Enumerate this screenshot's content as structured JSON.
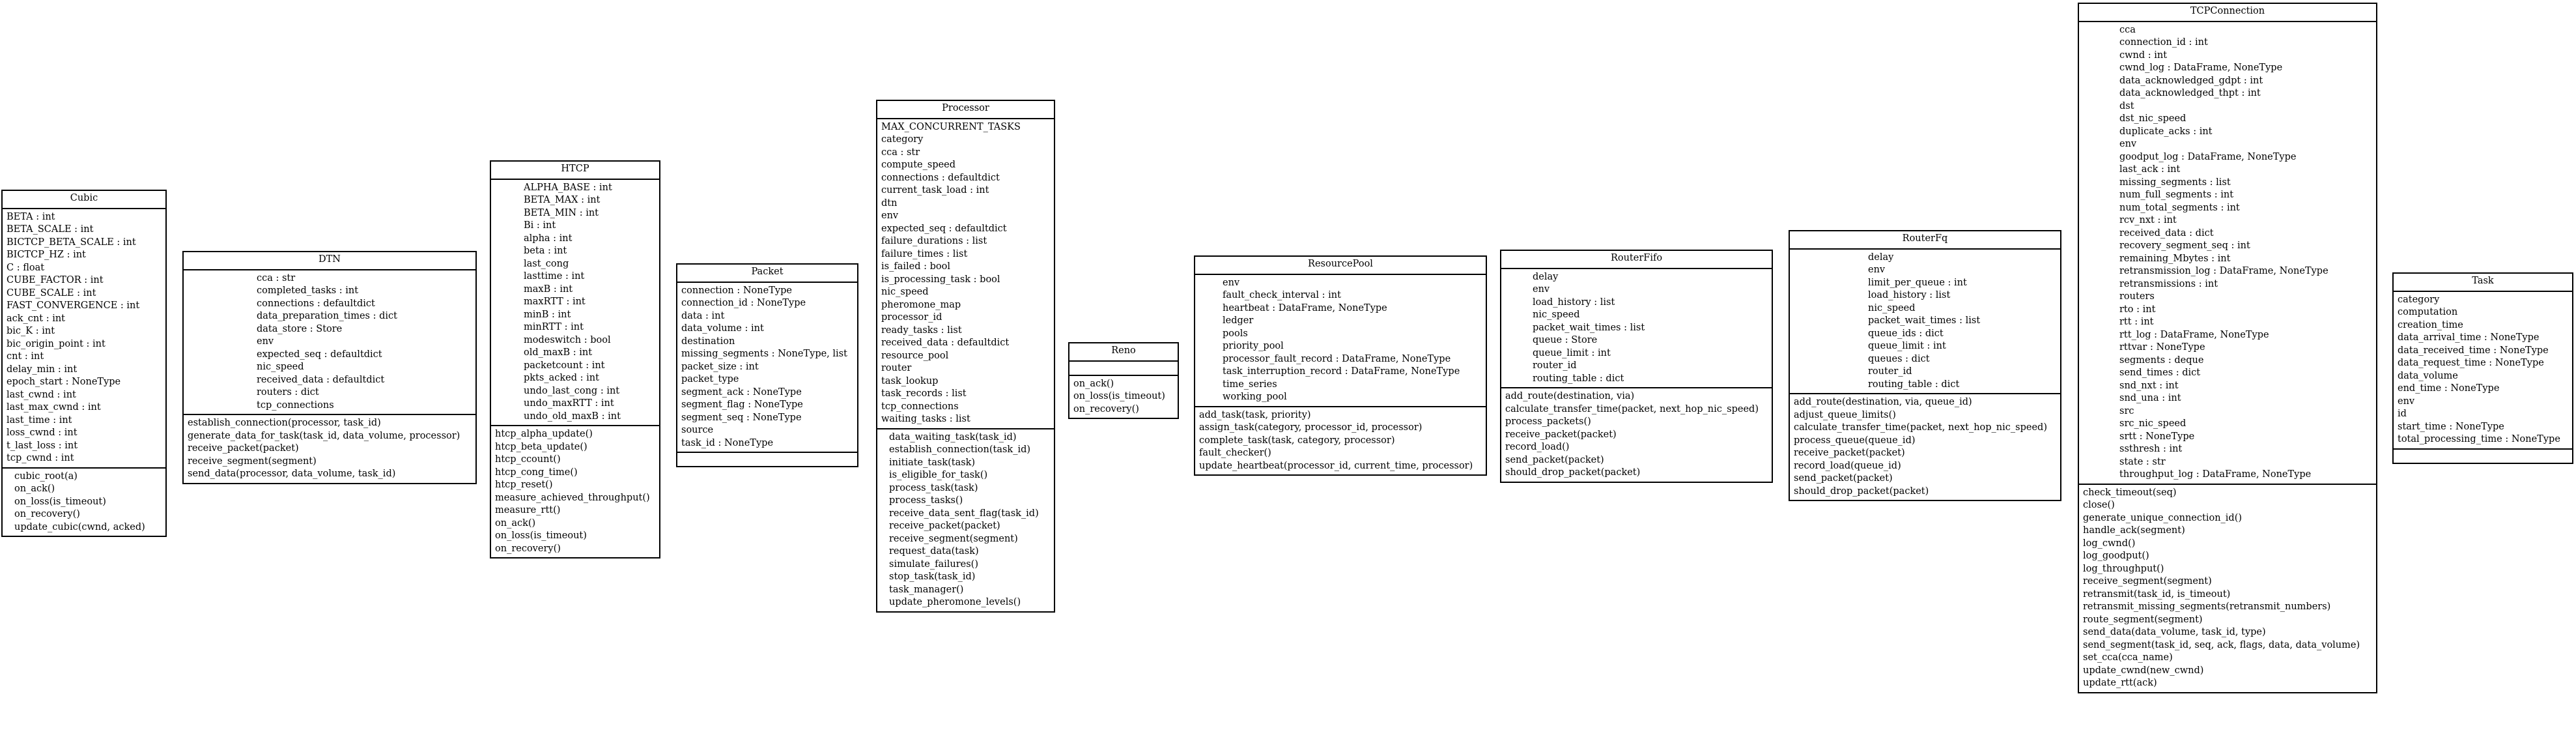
{
  "diagram": {
    "classes": [
      {
        "id": "cubic",
        "name": "Cubic",
        "attributes": [
          "BETA : int",
          "BETA_SCALE : int",
          "BICTCP_BETA_SCALE : int",
          "BICTCP_HZ : int",
          "C : float",
          "CUBE_FACTOR : int",
          "CUBE_SCALE : int",
          "FAST_CONVERGENCE : int",
          "ack_cnt : int",
          "bic_K : int",
          "bic_origin_point : int",
          "cnt : int",
          "delay_min : int",
          "epoch_start : NoneType",
          "last_cwnd : int",
          "last_max_cwnd : int",
          "last_time : int",
          "loss_cwnd : int",
          "t_last_loss : int",
          "tcp_cwnd : int"
        ],
        "methods": [
          "cubic_root(a)",
          "on_ack()",
          "on_loss(is_timeout)",
          "on_recovery()",
          "update_cubic(cwnd, acked)"
        ]
      },
      {
        "id": "dtn",
        "name": "DTN",
        "attributes": [
          "cca : str",
          "completed_tasks : int",
          "connections : defaultdict",
          "data_preparation_times : dict",
          "data_store : Store",
          "env",
          "expected_seq : defaultdict",
          "nic_speed",
          "received_data : defaultdict",
          "routers : dict",
          "tcp_connections"
        ],
        "methods": [
          "establish_connection(processor, task_id)",
          "generate_data_for_task(task_id, data_volume, processor)",
          "receive_packet(packet)",
          "receive_segment(segment)",
          "send_data(processor, data_volume, task_id)"
        ]
      },
      {
        "id": "htcp",
        "name": "HTCP",
        "attributes": [
          "ALPHA_BASE : int",
          "BETA_MAX : int",
          "BETA_MIN : int",
          "Bi : int",
          "alpha : int",
          "beta : int",
          "last_cong",
          "lasttime : int",
          "maxB : int",
          "maxRTT : int",
          "minB : int",
          "minRTT : int",
          "modeswitch : bool",
          "old_maxB : int",
          "packetcount : int",
          "pkts_acked : int",
          "undo_last_cong : int",
          "undo_maxRTT : int",
          "undo_old_maxB : int"
        ],
        "methods": [
          "htcp_alpha_update()",
          "htcp_beta_update()",
          "htcp_ccount()",
          "htcp_cong_time()",
          "htcp_reset()",
          "measure_achieved_throughput()",
          "measure_rtt()",
          "on_ack()",
          "on_loss(is_timeout)",
          "on_recovery()"
        ]
      },
      {
        "id": "packet",
        "name": "Packet",
        "attributes": [
          "connection : NoneType",
          "connection_id : NoneType",
          "data : int",
          "data_volume : int",
          "destination",
          "missing_segments : NoneType, list",
          "packet_size : int",
          "packet_type",
          "segment_ack : NoneType",
          "segment_flag : NoneType",
          "segment_seq : NoneType",
          "source",
          "task_id : NoneType"
        ],
        "methods": []
      },
      {
        "id": "processor",
        "name": "Processor",
        "attributes": [
          "MAX_CONCURRENT_TASKS",
          "category",
          "cca : str",
          "compute_speed",
          "connections : defaultdict",
          "current_task_load : int",
          "dtn",
          "env",
          "expected_seq : defaultdict",
          "failure_durations : list",
          "failure_times : list",
          "is_failed : bool",
          "is_processing_task : bool",
          "nic_speed",
          "pheromone_map",
          "processor_id",
          "ready_tasks : list",
          "received_data : defaultdict",
          "resource_pool",
          "router",
          "task_lookup",
          "task_records : list",
          "tcp_connections",
          "waiting_tasks : list"
        ],
        "methods": [
          "data_waiting_task(task_id)",
          "establish_connection(task_id)",
          "initiate_task(task)",
          "is_eligible_for_task()",
          "process_task(task)",
          "process_tasks()",
          "receive_data_sent_flag(task_id)",
          "receive_packet(packet)",
          "receive_segment(segment)",
          "request_data(task)",
          "simulate_failures()",
          "stop_task(task_id)",
          "task_manager()",
          "update_pheromone_levels()"
        ]
      },
      {
        "id": "reno",
        "name": "Reno",
        "attributes": [],
        "methods": [
          "on_ack()",
          "on_loss(is_timeout)",
          "on_recovery()"
        ]
      },
      {
        "id": "resourcepool",
        "name": "ResourcePool",
        "attributes": [
          "env",
          "fault_check_interval : int",
          "heartbeat : DataFrame, NoneType",
          "ledger",
          "pools",
          "priority_pool",
          "processor_fault_record : DataFrame, NoneType",
          "task_interruption_record : DataFrame, NoneType",
          "time_series",
          "working_pool"
        ],
        "methods": [
          "add_task(task, priority)",
          "assign_task(category, processor_id, processor)",
          "complete_task(task, category, processor)",
          "fault_checker()",
          "update_heartbeat(processor_id, current_time, processor)"
        ]
      },
      {
        "id": "routerfifo",
        "name": "RouterFifo",
        "attributes": [
          "delay",
          "env",
          "load_history : list",
          "nic_speed",
          "packet_wait_times : list",
          "queue : Store",
          "queue_limit : int",
          "router_id",
          "routing_table : dict"
        ],
        "methods": [
          "add_route(destination, via)",
          "calculate_transfer_time(packet, next_hop_nic_speed)",
          "process_packets()",
          "receive_packet(packet)",
          "record_load()",
          "send_packet(packet)",
          "should_drop_packet(packet)"
        ]
      },
      {
        "id": "routerfq",
        "name": "RouterFq",
        "attributes": [
          "delay",
          "env",
          "limit_per_queue : int",
          "load_history : list",
          "nic_speed",
          "packet_wait_times : list",
          "queue_ids : dict",
          "queue_limit : int",
          "queues : dict",
          "router_id",
          "routing_table : dict"
        ],
        "methods": [
          "add_route(destination, via, queue_id)",
          "adjust_queue_limits()",
          "calculate_transfer_time(packet, next_hop_nic_speed)",
          "process_queue(queue_id)",
          "receive_packet(packet)",
          "record_load(queue_id)",
          "send_packet(packet)",
          "should_drop_packet(packet)"
        ]
      },
      {
        "id": "tcpconnection",
        "name": "TCPConnection",
        "attributes": [
          "cca",
          "connection_id : int",
          "cwnd : int",
          "cwnd_log : DataFrame, NoneType",
          "data_acknowledged_gdpt : int",
          "data_acknowledged_thpt : int",
          "dst",
          "dst_nic_speed",
          "duplicate_acks : int",
          "env",
          "goodput_log : DataFrame, NoneType",
          "last_ack : int",
          "missing_segments : list",
          "num_full_segments : int",
          "num_total_segments : int",
          "rcv_nxt : int",
          "received_data : dict",
          "recovery_segment_seq : int",
          "remaining_Mbytes : int",
          "retransmission_log : DataFrame, NoneType",
          "retransmissions : int",
          "routers",
          "rto : int",
          "rtt : int",
          "rtt_log : DataFrame, NoneType",
          "rttvar : NoneType",
          "segments : deque",
          "send_times : dict",
          "snd_nxt : int",
          "snd_una : int",
          "src",
          "src_nic_speed",
          "srtt : NoneType",
          "ssthresh : int",
          "state : str",
          "throughput_log : DataFrame, NoneType"
        ],
        "methods": [
          "check_timeout(seq)",
          "close()",
          "generate_unique_connection_id()",
          "handle_ack(segment)",
          "log_cwnd()",
          "log_goodput()",
          "log_throughput()",
          "receive_segment(segment)",
          "retransmit(task_id, is_timeout)",
          "retransmit_missing_segments(retransmit_numbers)",
          "route_segment(segment)",
          "send_data(data_volume, task_id, type)",
          "send_segment(task_id, seq, ack, flags, data, data_volume)",
          "set_cca(cca_name)",
          "update_cwnd(new_cwnd)",
          "update_rtt(ack)"
        ]
      },
      {
        "id": "task",
        "name": "Task",
        "attributes": [
          "category",
          "computation",
          "creation_time",
          "data_arrival_time : NoneType",
          "data_received_time : NoneType",
          "data_request_time : NoneType",
          "data_volume",
          "end_time : NoneType",
          "env",
          "id",
          "start_time : NoneType",
          "total_processing_time : NoneType"
        ],
        "methods": []
      }
    ]
  }
}
